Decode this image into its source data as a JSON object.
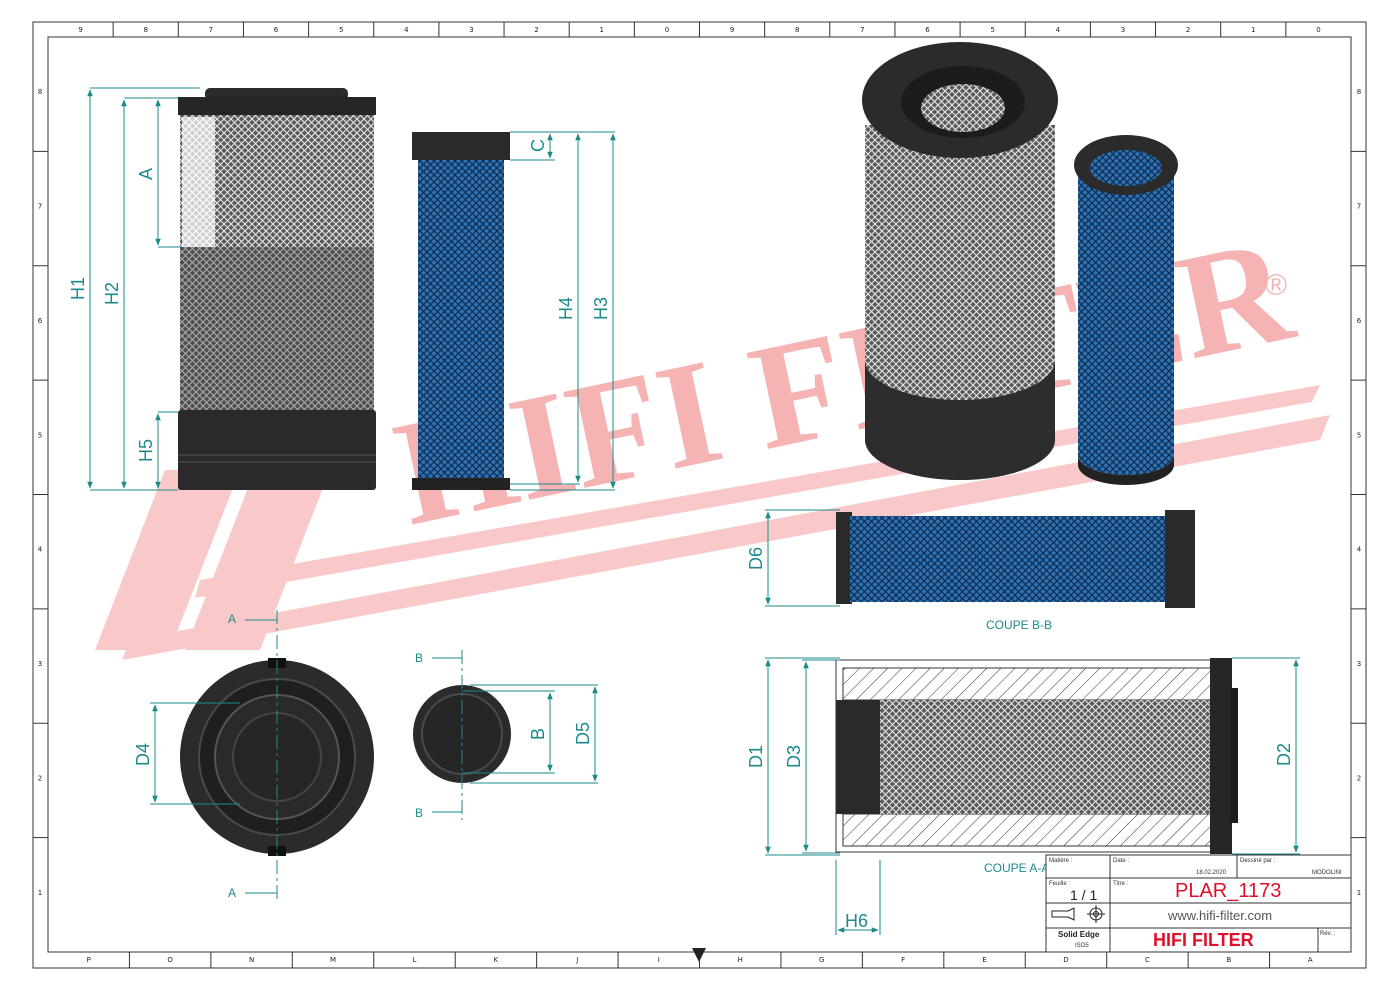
{
  "colors": {
    "dim": "#1d8a8c",
    "body": "#2b2b2b",
    "blue_media": "#3e86c6",
    "watermark": "#f08080",
    "title_red": "#e0102a"
  },
  "grid": {
    "top_labels": [
      "9",
      "8",
      "7",
      "6",
      "5",
      "4",
      "3",
      "2",
      "1",
      "0",
      "9",
      "8",
      "7",
      "6",
      "5",
      "4",
      "3",
      "2",
      "1",
      "0"
    ],
    "bottom_labels": [
      "P",
      "O",
      "N",
      "M",
      "L",
      "K",
      "J",
      "I",
      "H",
      "G",
      "F",
      "E",
      "D",
      "C",
      "B",
      "A"
    ],
    "left_labels": [
      "8",
      "7",
      "6",
      "5",
      "4",
      "3",
      "2",
      "1"
    ],
    "right_labels": [
      "8",
      "7",
      "6",
      "5",
      "4",
      "3",
      "2",
      "1"
    ]
  },
  "dimensions": {
    "H1": "H1",
    "H2": "H2",
    "A": "A",
    "H5": "H5",
    "C": "C",
    "H4": "H4",
    "H3": "H3",
    "D4": "D4",
    "B": "B",
    "D5": "D5",
    "D6": "D6",
    "D1": "D1",
    "D3": "D3",
    "D2": "D2",
    "H6": "H6"
  },
  "section_marks": {
    "a_top": "A",
    "a_bottom": "A",
    "b_top": "B",
    "b_bottom": "B"
  },
  "sections": {
    "bb": "COUPE B-B",
    "aa": "COUPE A-A"
  },
  "watermark": {
    "text": "HIFI FILTER",
    "registered": "®"
  },
  "title_block": {
    "matiere_label": "Matière :",
    "date_label": "Date :",
    "date_value": "18.02.2020",
    "dessine_label": "Dessiné par :",
    "dessine_value": "MODOLINI",
    "feuille_label": "Feuille :",
    "feuille_value": "1 / 1",
    "titre_label": "Titre :",
    "part_number": "PLAR_1173",
    "website": "www.hifi-filter.com",
    "software": "Solid Edge",
    "software_sub": "ISO5",
    "brand": "HIFI FILTER",
    "rev_label": "Rév. :"
  }
}
